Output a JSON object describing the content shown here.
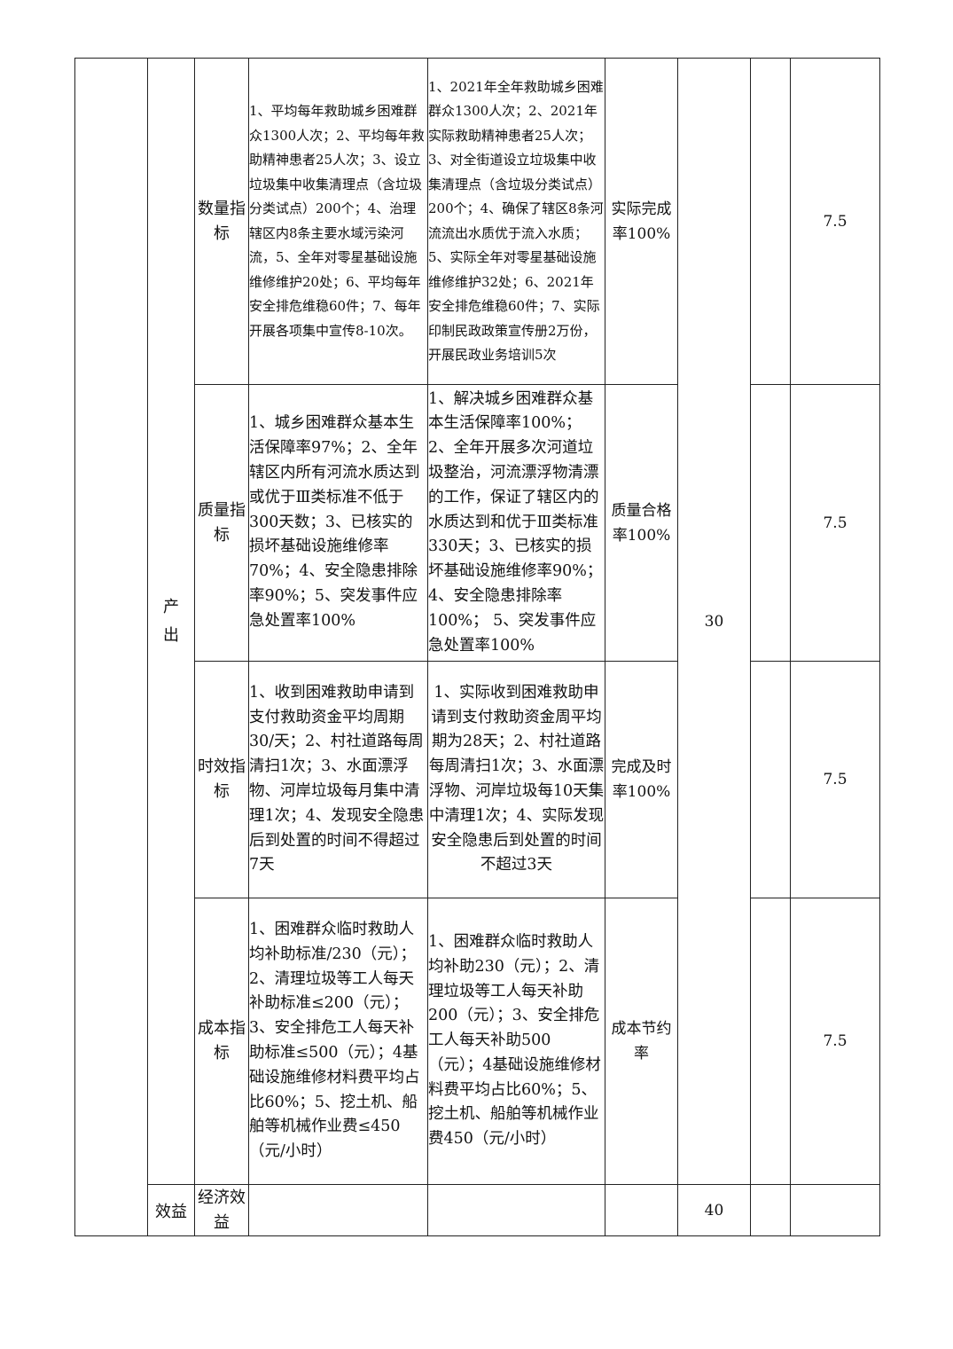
{
  "level1": {
    "output": "产出",
    "benefit": "效益"
  },
  "weights": {
    "output": "30",
    "benefit": "40"
  },
  "rows": [
    {
      "indicator": "数量指标",
      "target": "1、平均每年救助城乡困难群众1300人次；2、平均每年救助精神患者25人次；3、设立垃圾集中收集清理点（含垃圾分类试点）200个；4、治理辖区内8条主要水域污染河流，5、全年对零星基础设施维修维护20处；6、平均每年安全排危维稳60件；7、每年开展各项集中宣传8-10次。",
      "actual": "1、2021年全年救助城乡困难群众1300人次；2、2021年实际救助精神患者25人次；3、对全街道设立垃圾集中收集清理点（含垃圾分类试点）200个；4、确保了辖区8条河流流出水质优于流入水质；5、实际全年对零星基础设施维修维护32处；6、2021年安全排危维稳60件；7、实际印制民政政策宣传册2万份，开展民政业务培训5次",
      "result": "实际完成率100%",
      "score": "7.5"
    },
    {
      "indicator": "质量指标",
      "target": "1、城乡困难群众基本生活保障率97%；2、全年辖区内所有河流水质达到或优于Ⅲ类标准不低于300天数；3、已核实的损坏基础设施维修率70%；4、安全隐患排除率90%；5、突发事件应急处置率100%",
      "actual": "1、解决城乡困难群众基本生活保障率100%；2、全年开展多次河道垃圾整治，河流漂浮物清漂的工作，保证了辖区内的水质达到和优于Ⅲ类标准330天；3、已核实的损坏基础设施维修率90%；4、安全隐患排除率100%；  5、突发事件应急处置率100%",
      "result": "质量合格率100%",
      "score": "7.5"
    },
    {
      "indicator": "时效指标",
      "target": "1、收到困难救助申请到支付救助资金平均周期30/天；2、村社道路每周清扫1次；3、水面漂浮物、河岸垃圾每月集中清理1次；4、发现安全隐患后到处置的时间不得超过7天",
      "actual": "1、实际收到困难救助申请到支付救助资金周平均期为28天；2、村社道路每周清扫1次；3、水面漂浮物、河岸垃圾每10天集中清理1次；4、实际发现安全隐患后到处置的时间不超过3天",
      "result": "完成及时率100%",
      "score": "7.5"
    },
    {
      "indicator": "成本指标",
      "target": "1、困难群众临时救助人均补助标准/230（元）；2、清理垃圾等工人每天补助标准≤200（元）；3、安全排危工人每天补助标准≤500（元）；4基础设施维修材料费平均占比60%；5、挖土机、船舶等机械作业费≤450（元/小时）",
      "actual": "1、困难群众临时救助人均补助230（元）；2、清理垃圾等工人每天补助200（元）；3、安全排危工人每天补助500（元）；4基础设施维修材料费平均占比60%；5、挖土机、船舶等机械作业费450（元/小时）",
      "result": "成本节约率",
      "score": "7.5"
    },
    {
      "indicator": "经济效益",
      "target": "",
      "actual": "",
      "result": "",
      "score": ""
    }
  ]
}
